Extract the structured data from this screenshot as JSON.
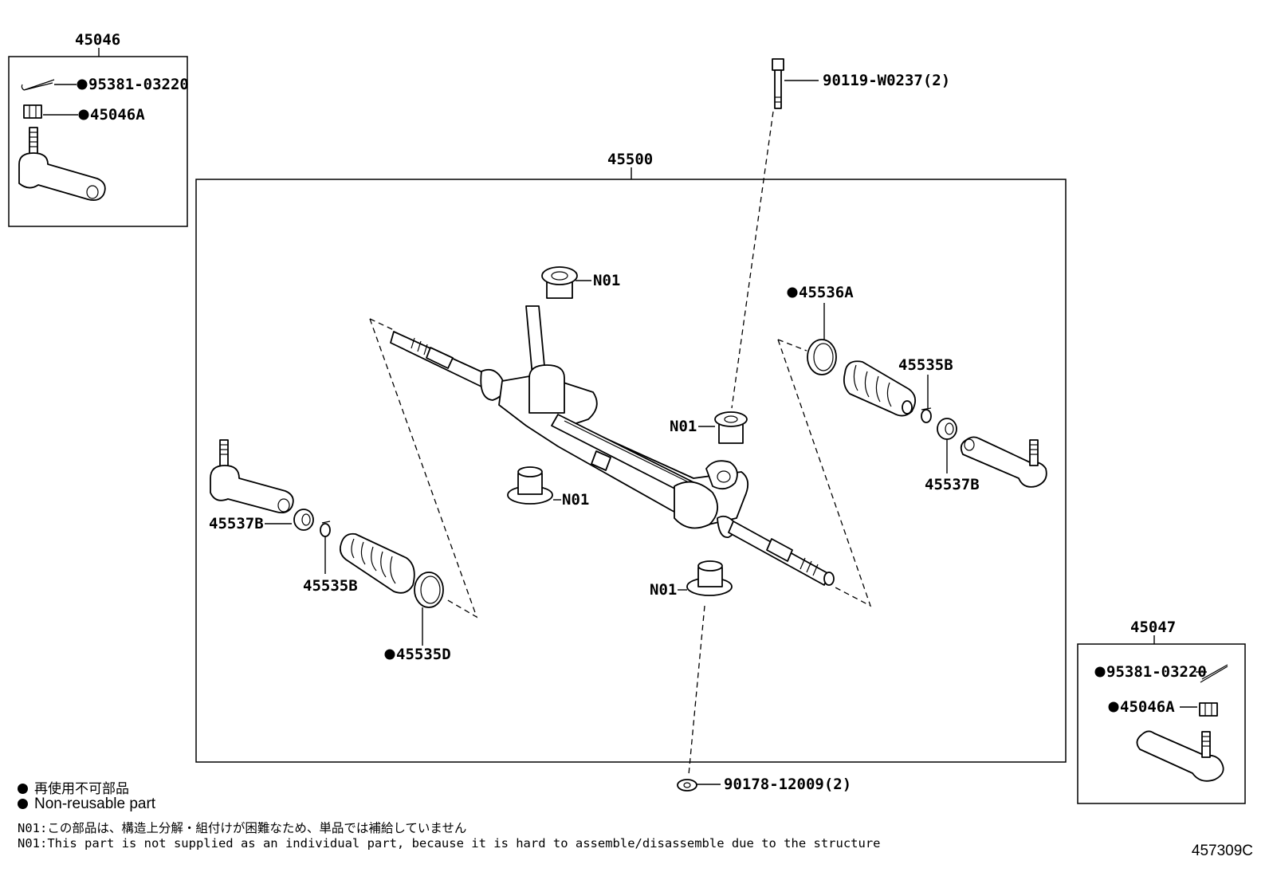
{
  "diagram": {
    "assemblies": {
      "main": "45500",
      "left_tie_rod": "45046",
      "right_tie_rod": "45047"
    },
    "labels": {
      "bolt": "90119-W0237(2)",
      "nut_bottom": "90178-12009(2)",
      "n01": "N01",
      "clamp_a": "45536A",
      "boot_clamp_b": "45535B",
      "lock_nut": "45537B",
      "boot_d": "45535D",
      "cotter_pin": "95381-03220",
      "castle_nut": "45046A"
    },
    "non_reusable_marker": "●"
  },
  "notes": {
    "legend_ja": "再使用不可部品",
    "legend_en": "Non-reusable part",
    "n01_ja": "N01:この部品は、構造上分解・組付けが困難なため、単品では補給していません",
    "n01_en": "N01:This part is not supplied as an individual part, because it is hard to assemble/disassemble due to the structure"
  },
  "illustration_id": "457309C"
}
